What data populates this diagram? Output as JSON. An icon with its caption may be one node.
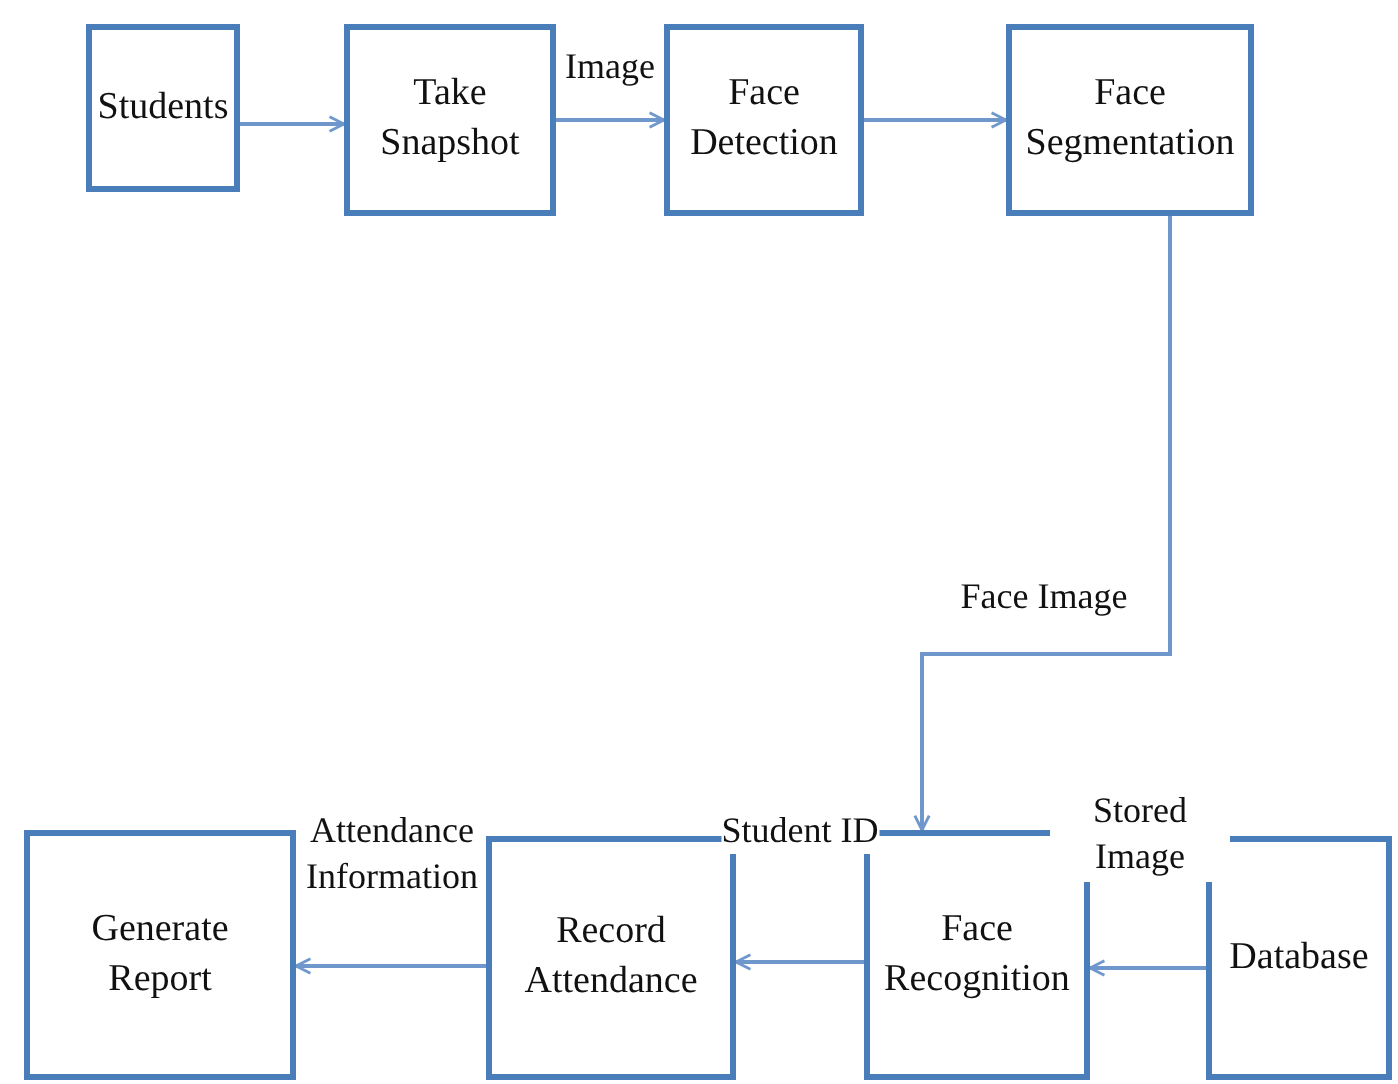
{
  "diagram": {
    "nodes": [
      {
        "text": [
          "Students"
        ]
      },
      {
        "text": [
          "Take Snapshot"
        ]
      },
      {
        "text": [
          "Face Detection"
        ]
      },
      {
        "text": [
          "Face Segmentation"
        ]
      },
      {
        "text": [
          "Face Recognition"
        ]
      },
      {
        "text": [
          "Record Attendance"
        ]
      },
      {
        "text": [
          "Generate Report"
        ]
      },
      {
        "text": [
          "Database"
        ]
      }
    ],
    "edges": [
      {
        "from": 0,
        "to": 1,
        "arrow": "to"
      },
      {
        "from": 1,
        "to": 2,
        "arrow": "to",
        "label": "Image"
      },
      {
        "from": 2,
        "to": 3,
        "arrow": "to"
      },
      {
        "from": 3,
        "to": 4,
        "arrow": "to",
        "label": "Face Image"
      },
      {
        "from": 4,
        "to": 5,
        "arrow": "to",
        "label": "Student ID"
      },
      {
        "from": 5,
        "to": 6,
        "arrow": "to",
        "label": "Attendance Information"
      },
      {
        "from": 7,
        "to": 4,
        "arrow": "to",
        "label": "Stored Image"
      }
    ]
  }
}
